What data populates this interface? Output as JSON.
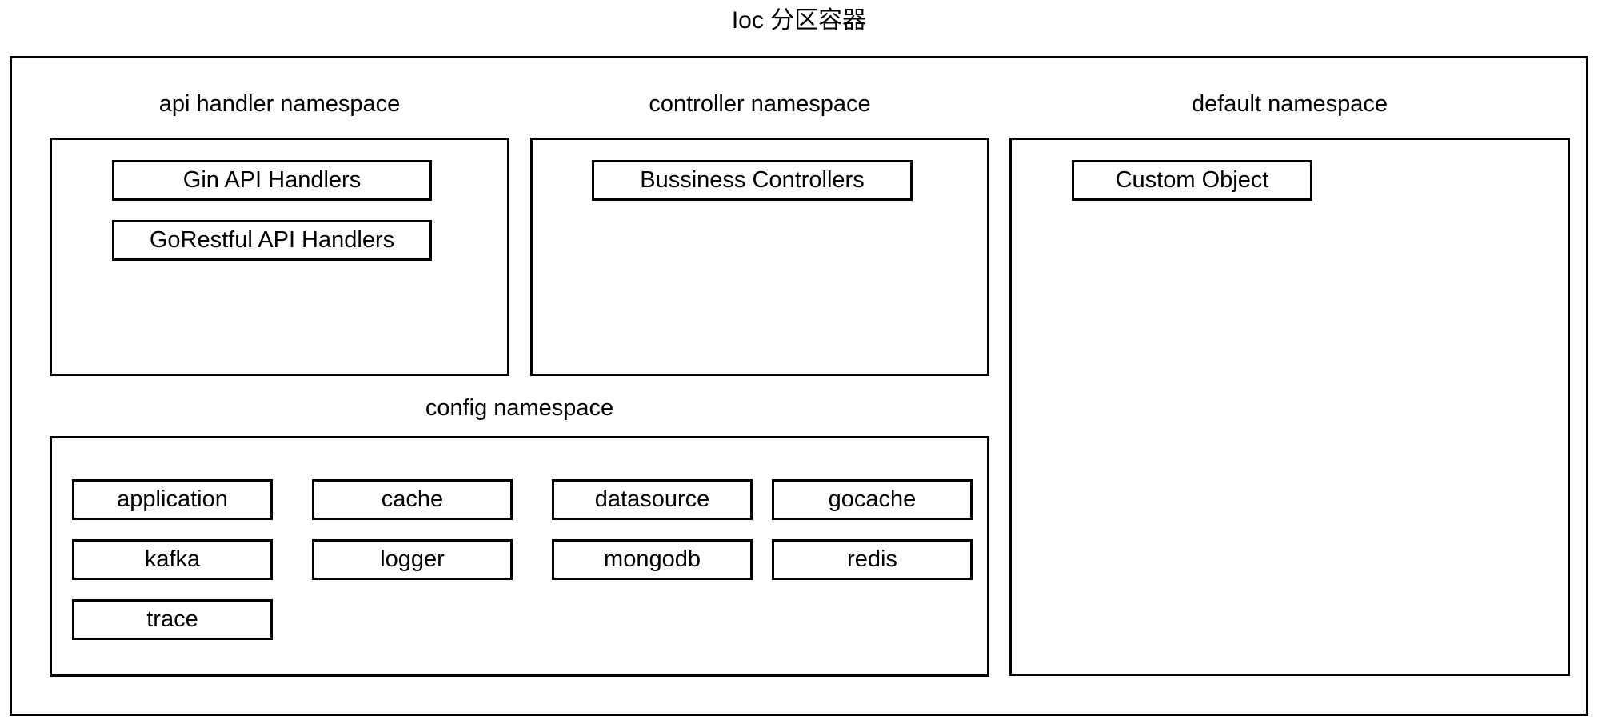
{
  "title": "Ioc 分区容器",
  "colors": {
    "border": "#000000",
    "background": "#ffffff",
    "text": "#000000"
  },
  "namespaces": {
    "api_handler": {
      "label": "api handler namespace",
      "items": [
        "Gin API Handlers",
        "GoRestful API Handlers"
      ]
    },
    "controller": {
      "label": "controller namespace",
      "items": [
        "Bussiness Controllers"
      ]
    },
    "default": {
      "label": "default namespace",
      "items": [
        "Custom Object"
      ]
    },
    "config": {
      "label": "config namespace",
      "items": [
        "application",
        "cache",
        "datasource",
        "gocache",
        "kafka",
        "logger",
        "mongodb",
        "redis",
        "trace"
      ]
    }
  }
}
